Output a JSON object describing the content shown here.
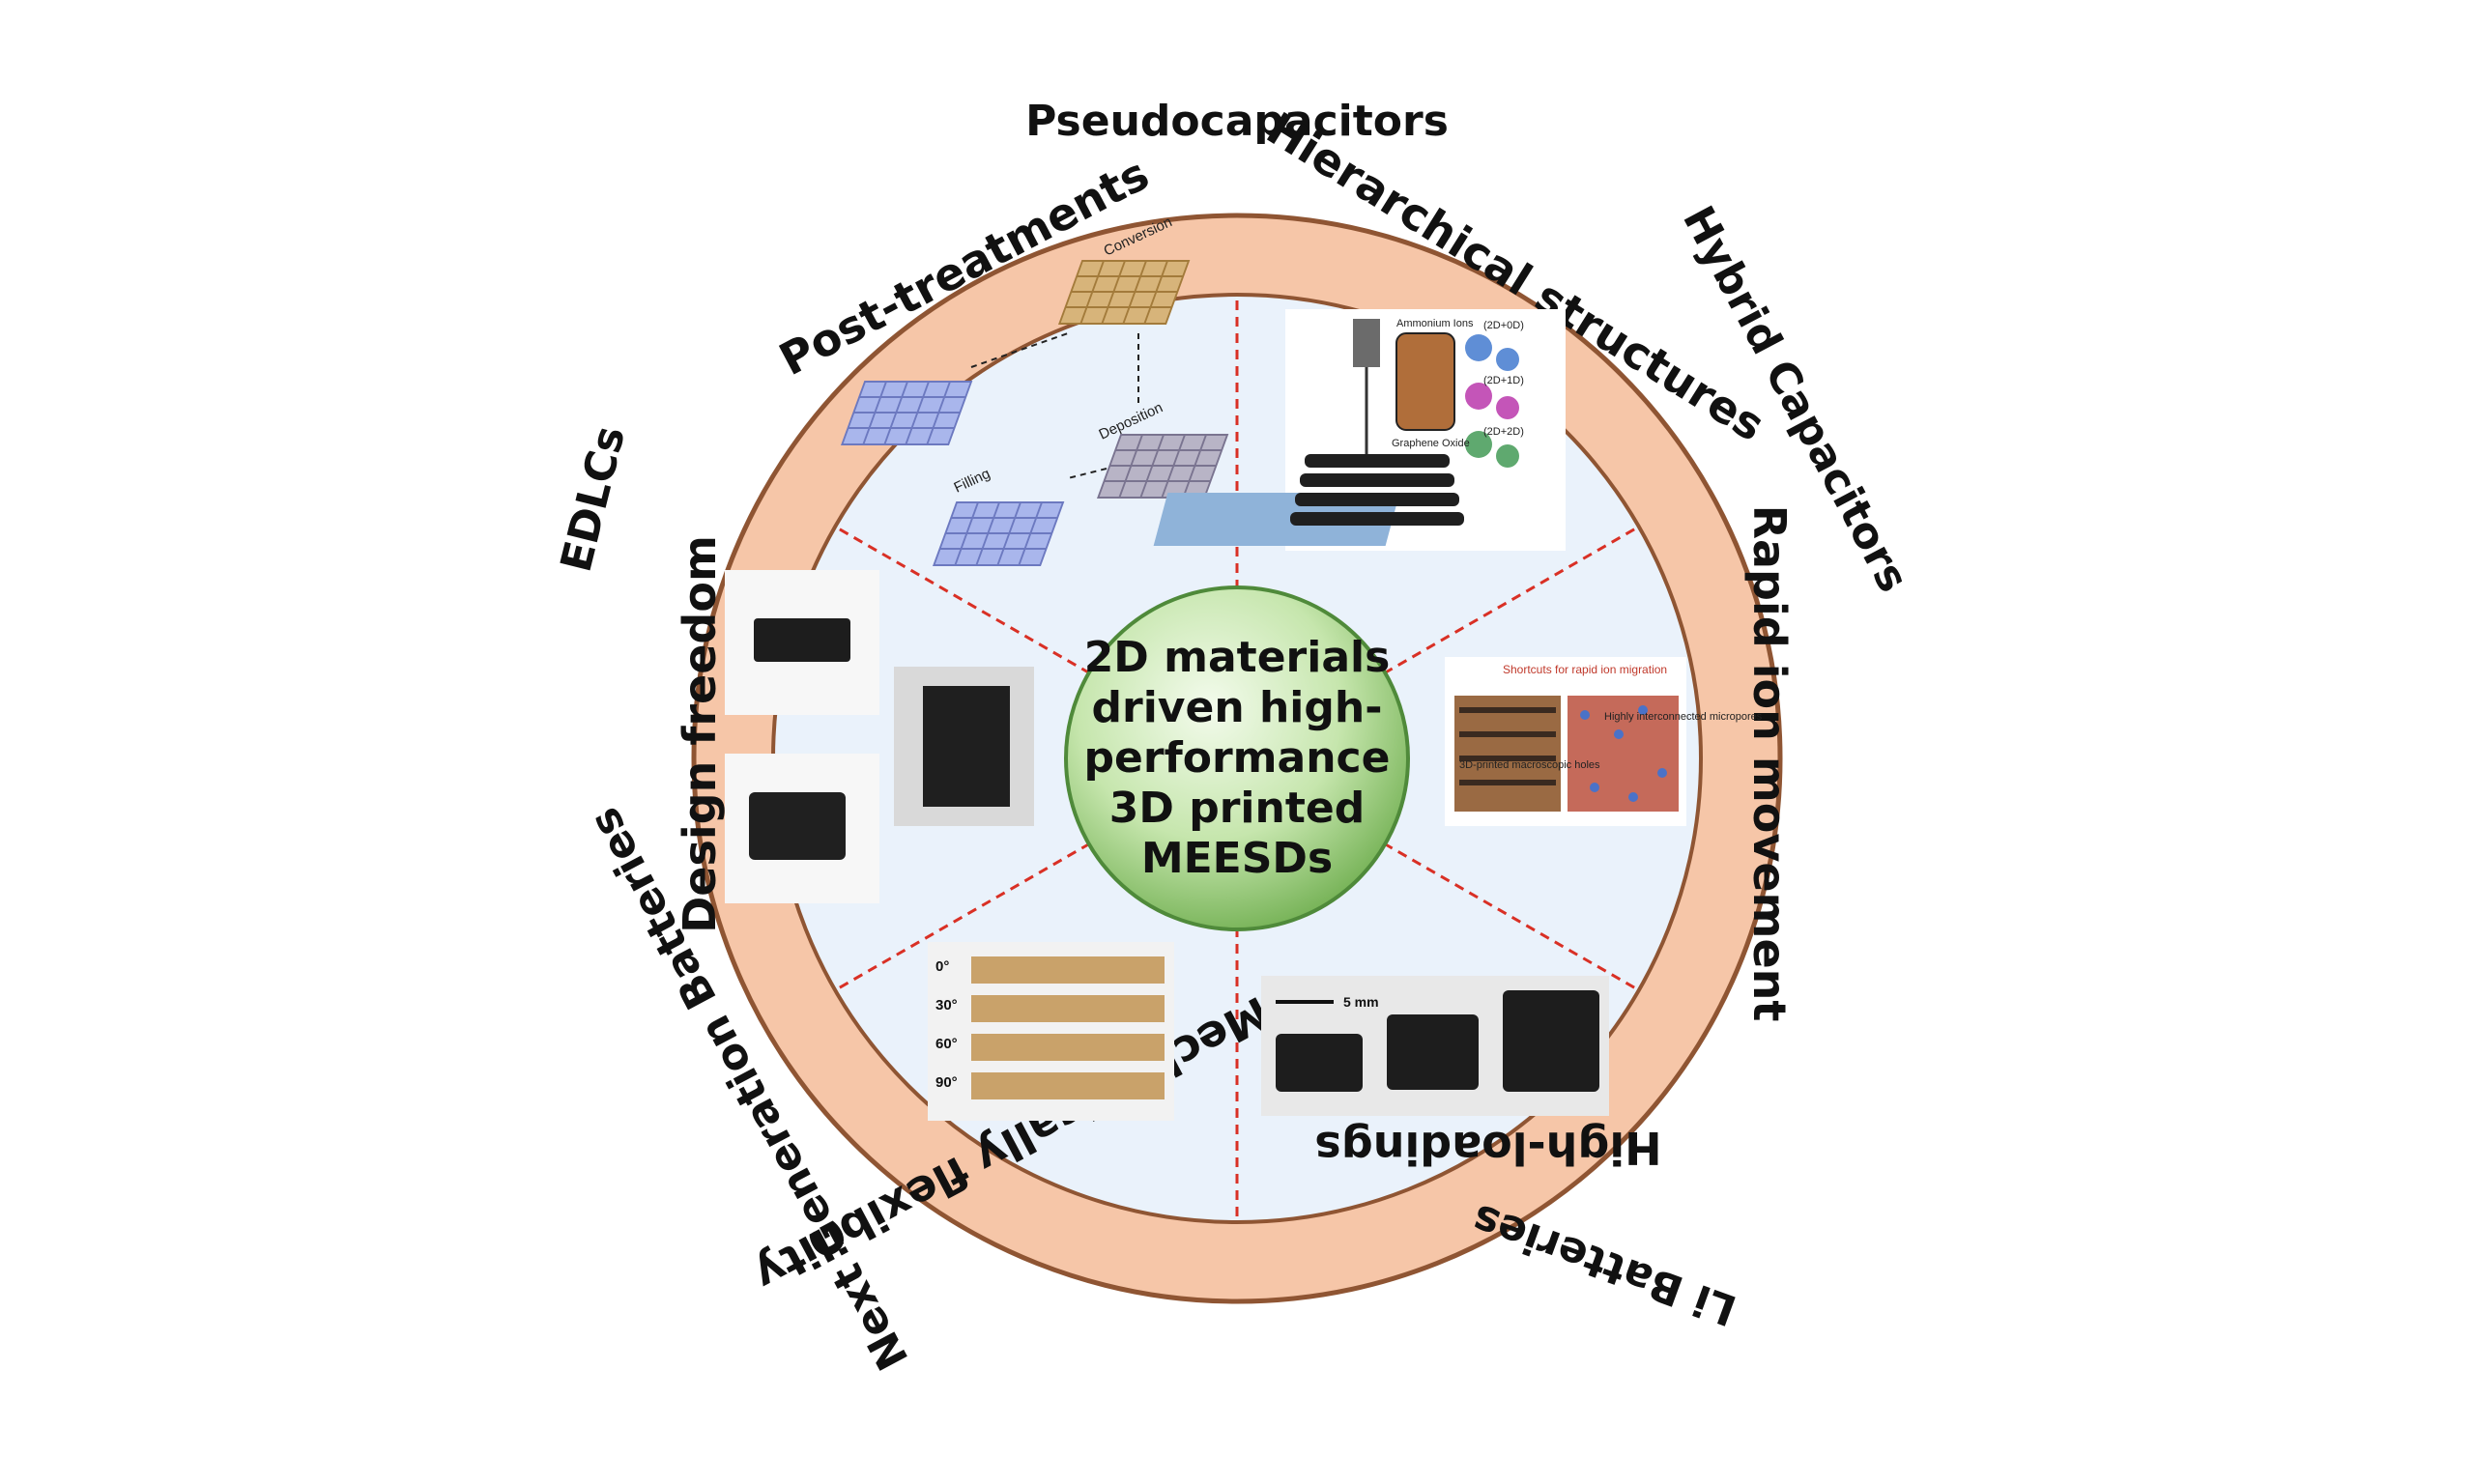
{
  "ring_labels": {
    "top": "Pseudocapacitors",
    "right_upper": "Hybrid Capacitors",
    "left_upper": "EDLCs",
    "left_lower": "Next Generation Batteries",
    "bottom_right": "Li Batteries"
  },
  "segments": {
    "post_treatments": {
      "title": "Post-treatments",
      "steps": [
        "Conversion",
        "Deposition",
        "Filling"
      ]
    },
    "hierarchical": {
      "title": "Hierarchical structures",
      "labels": [
        "Ammonium Ions",
        "Graphene Oxide",
        "(2D+0D)",
        "(2D+1D)",
        "(2D+2D)"
      ]
    },
    "rapid_ion": {
      "title": "Rapid ion movement",
      "caption": "Shortcuts for rapid ion migration",
      "labels": [
        "3D-printed macroscopic holes",
        "Highly interconnected micropores"
      ]
    },
    "high_loadings": {
      "title": "High-loadings",
      "scale": "5 mm"
    },
    "flexibility": {
      "title": "Mechanically flexibility",
      "angles": [
        "0°",
        "30°",
        "60°",
        "90°"
      ]
    },
    "design": {
      "title": "Design freedom"
    }
  },
  "center": {
    "lines": [
      "2D materials",
      "driven high-",
      "performance",
      "3D printed",
      "MEESDs"
    ]
  },
  "colors": {
    "ring": "#f6c6a8",
    "ring_stroke": "#9a5a35",
    "inner": "#eaf2fb",
    "divider": "#d93025",
    "center_light": "#e6f6d8",
    "center_dark": "#7db85c"
  }
}
